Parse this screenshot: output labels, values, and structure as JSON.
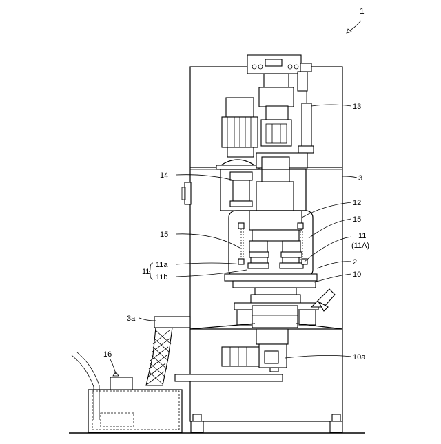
{
  "diagram": {
    "labels": {
      "l1": "1",
      "l13": "13",
      "l3": "3",
      "l14": "14",
      "l12": "12",
      "l15a": "15",
      "l15b": "15",
      "l11": "11",
      "l11A": "(11A)",
      "l11g": "11",
      "l11a": "11a",
      "l11b": "11b",
      "l2": "2",
      "l10": "10",
      "l3a": "3a",
      "l10a": "10a",
      "l16": "16"
    }
  }
}
